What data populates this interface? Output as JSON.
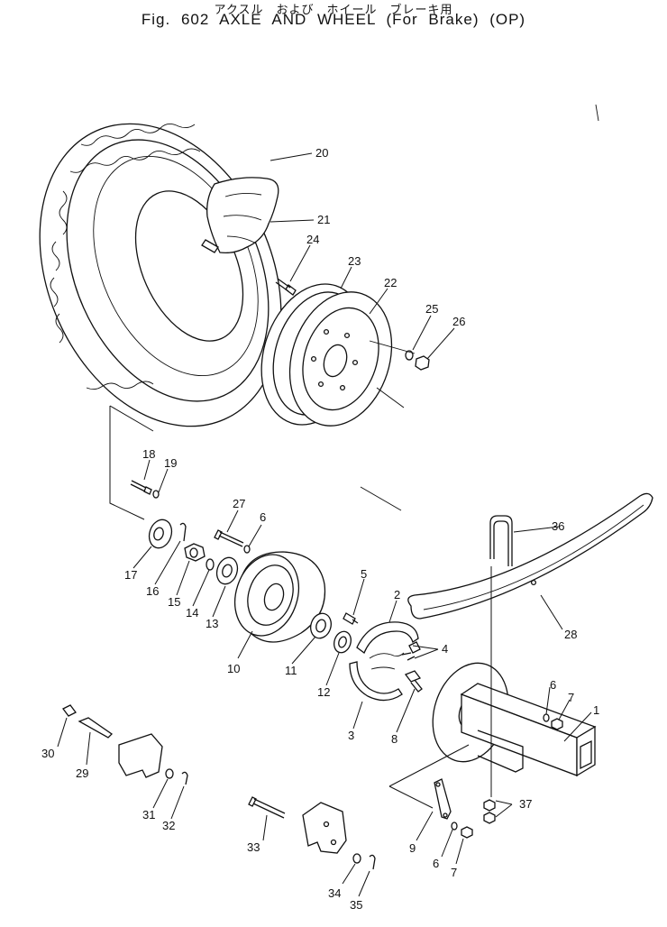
{
  "header": {
    "japanese_title": "アクスル　および　ホイール　ブレーキ用",
    "figure_title": "Fig. 602   AXLE AND WHEEL   (For Brake) (OP)"
  },
  "callouts": {
    "c1": "1",
    "c2": "2",
    "c3": "3",
    "c4": "4",
    "c5": "5",
    "c6a": "6",
    "c6b": "6",
    "c6c": "6",
    "c7a": "7",
    "c7b": "7",
    "c8": "8",
    "c9": "9",
    "c10": "10",
    "c11": "11",
    "c12": "12",
    "c13": "13",
    "c14": "14",
    "c15": "15",
    "c16": "16",
    "c17": "17",
    "c18": "18",
    "c19": "19",
    "c20": "20",
    "c21": "21",
    "c22": "22",
    "c23": "23",
    "c24": "24",
    "c25": "25",
    "c26": "26",
    "c27": "27",
    "c28": "28",
    "c29": "29",
    "c30": "30",
    "c31": "31",
    "c32": "32",
    "c33": "33",
    "c34": "34",
    "c35": "35",
    "c36": "36",
    "c37": "37"
  }
}
